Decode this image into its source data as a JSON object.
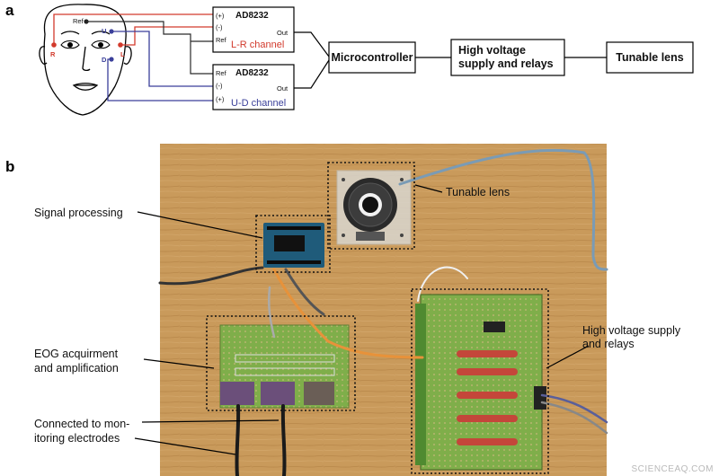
{
  "panel_a": {
    "letter": "a",
    "face": {
      "ref": "Ref",
      "up": "U",
      "down": "D",
      "right": "R",
      "left": "L"
    },
    "amp_top": {
      "chip": "AD8232",
      "plus": "(+)",
      "minus": "(-)",
      "ref": "Ref",
      "out": "Out",
      "channel": "L-R channel"
    },
    "amp_bottom": {
      "chip": "AD8232",
      "minus": "(-)",
      "ref": "Ref",
      "plus": "(+)",
      "out": "Out",
      "channel": "U-D channel"
    },
    "blocks": [
      "Microcontroller",
      "High voltage supply and relays",
      "Tunable lens"
    ],
    "colors": {
      "lr": "#d23a2c",
      "ud": "#3a3f9a",
      "ref": "#222222"
    }
  },
  "panel_b": {
    "letter": "b",
    "labels": {
      "signal_processing": "Signal processing",
      "tunable_lens": "Tunable lens",
      "hv_line1": "High voltage supply",
      "hv_line2": "and relays",
      "eog_line1": "EOG acquirment",
      "eog_line2": "and amplification",
      "conn_line1": "Connected to mon-",
      "conn_line2": "itoring electrodes"
    }
  },
  "watermark": "SCIENCEAQ.COM"
}
